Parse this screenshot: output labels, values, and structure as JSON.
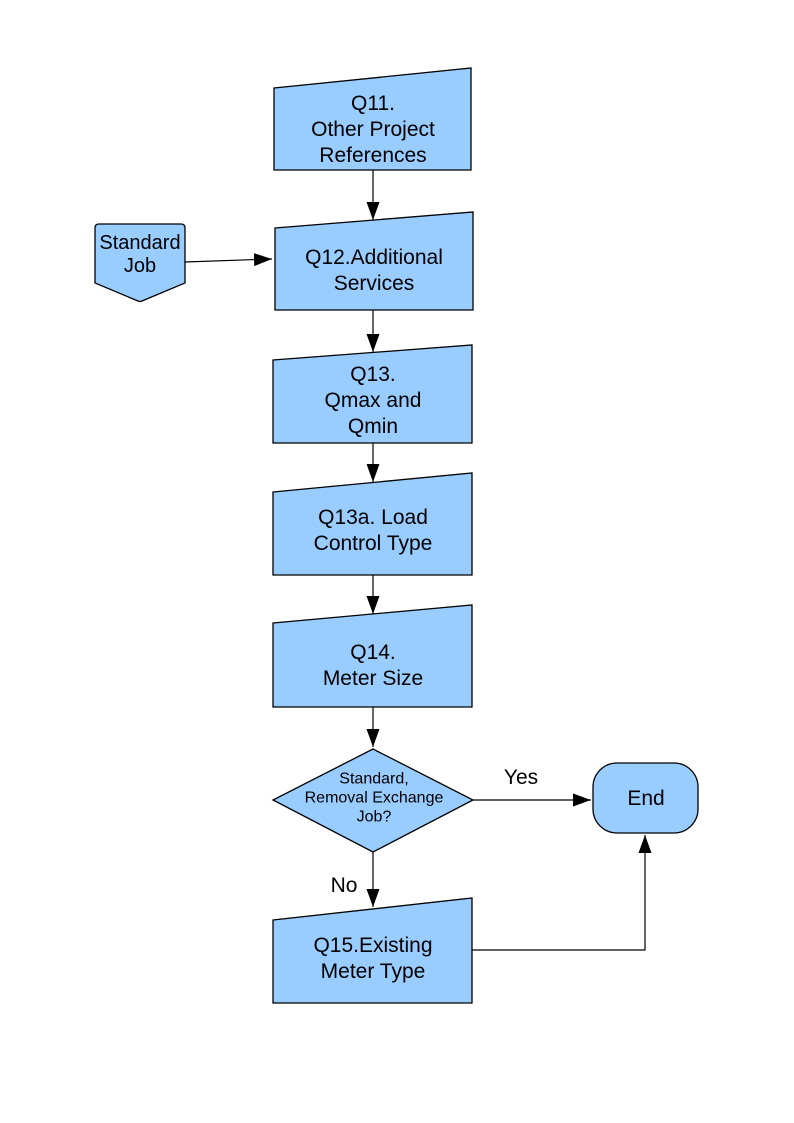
{
  "diagram": {
    "type": "flowchart",
    "colors": {
      "background": "#FFFFFF",
      "node_fill": "#99CCFF",
      "node_border": "#000000",
      "edge_color": "#000000",
      "text": "#000000"
    },
    "nodes": {
      "q11": {
        "label": "Q11.\nOther Project\nReferences",
        "shape": "manual-input"
      },
      "standard_job": {
        "label": "Standard\nJob",
        "shape": "off-page-connector"
      },
      "q12": {
        "label": "Q12.Additional\nServices",
        "shape": "manual-input"
      },
      "q13": {
        "label": "Q13.\nQmax and\nQmin",
        "shape": "manual-input"
      },
      "q13a": {
        "label": "Q13a. Load\nControl Type",
        "shape": "manual-input"
      },
      "q14": {
        "label": "Q14.\nMeter Size",
        "shape": "manual-input"
      },
      "decision": {
        "label": "Standard,\nRemoval Exchange\nJob?",
        "shape": "decision"
      },
      "end": {
        "label": "End",
        "shape": "terminator"
      },
      "q15": {
        "label": "Q15.Existing\nMeter Type",
        "shape": "manual-input"
      }
    },
    "edges": [
      {
        "from": "standard_job",
        "to": "q12",
        "label": ""
      },
      {
        "from": "q11",
        "to": "q12",
        "label": ""
      },
      {
        "from": "q12",
        "to": "q13",
        "label": ""
      },
      {
        "from": "q13",
        "to": "q13a",
        "label": ""
      },
      {
        "from": "q13a",
        "to": "q14",
        "label": ""
      },
      {
        "from": "q14",
        "to": "decision",
        "label": ""
      },
      {
        "from": "decision",
        "to": "end",
        "label": "Yes"
      },
      {
        "from": "decision",
        "to": "q15",
        "label": "No"
      },
      {
        "from": "q15",
        "to": "end",
        "label": ""
      }
    ]
  }
}
